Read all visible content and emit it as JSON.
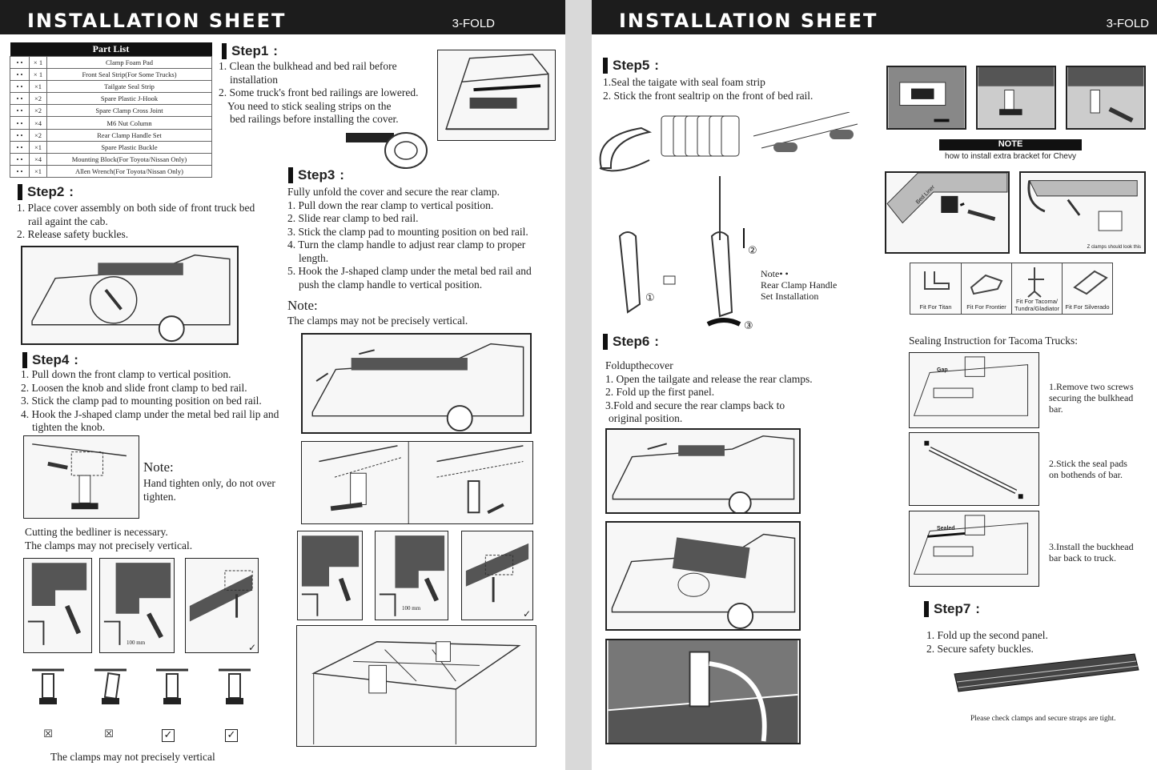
{
  "header": {
    "title": "INSTALLATION SHEET",
    "fold": "3-FOLD"
  },
  "part_list": {
    "title": "Part List",
    "rows": [
      {
        "qty": "× 1",
        "name": "Clamp Foam Pad"
      },
      {
        "qty": "× 1",
        "name": "Front Seal Strip(For Some Trucks)"
      },
      {
        "qty": "×1",
        "name": "Tailgate Seal Strip"
      },
      {
        "qty": "×2",
        "name": "Spare Plastic J-Hook"
      },
      {
        "qty": "×2",
        "name": "Spare Clamp Cross Joint"
      },
      {
        "qty": "×4",
        "name": "M6 Nut Column"
      },
      {
        "qty": "×2",
        "name": "Rear Clamp Handle Set"
      },
      {
        "qty": "×1",
        "name": "Spare Plastic Buckle"
      },
      {
        "qty": "×4",
        "name": "Mounting Block(For Toyota/Nissan Only)"
      },
      {
        "qty": "×1",
        "name": "Allen Wrench(For Toyota/Nissan Only)"
      }
    ]
  },
  "step1": {
    "title": "Step1",
    "lines": [
      "1. Clean the bulkhead and bed rail before",
      "installation",
      "2. Some truck's front bed railings are lowered.",
      "You need to stick sealing strips on the",
      "bed railings before installing the cover."
    ]
  },
  "step2": {
    "title": "Step2",
    "lines": [
      "1. Place cover assembly on both side of front truck bed",
      "rail againt the cab.",
      "2. Release safety buckles."
    ]
  },
  "step3": {
    "title": "Step3",
    "lines": [
      "Fully unfold the cover and secure the rear clamp.",
      "1. Pull down the rear clamp to vertical position.",
      "2. Slide rear clamp to bed rail.",
      "3. Stick the clamp pad to mounting position on bed rail.",
      "4. Turn the clamp handle to adjust rear clamp to proper",
      "length.",
      "5. Hook the J-shaped clamp under the metal bed rail and",
      "push the clamp handle to vertical position."
    ],
    "note_title": "Note:",
    "note_text": "The clamps may not be precisely vertical."
  },
  "step4": {
    "title": "Step4",
    "lines": [
      "1. Pull down the front clamp to vertical position.",
      "2. Loosen the knob and slide front clamp to bed rail.",
      "3. Stick the clamp pad to mounting position on bed rail.",
      "4. Hook the J-shaped clamp under the metal bed rail lip and",
      "tighten the knob."
    ],
    "note_title": "Note:",
    "note_lines": [
      "Hand tighten only, do not over",
      "tighten."
    ],
    "cut_lines": [
      "Cutting the bedliner is necessary.",
      "The clamps may not precisely vertical."
    ],
    "measure": "100 mm",
    "footer": "The clamps may not precisely vertical",
    "marks": [
      "☒",
      "☒",
      "✓",
      "✓"
    ]
  },
  "step3_measure": "100 mm",
  "step5": {
    "title": "Step5",
    "lines": [
      "1.Seal the taigate with seal foam strip",
      "2. Stick the front sealtrip on the front of bed rail."
    ],
    "note_label": "Note•  •",
    "note_lines": [
      "Rear Clamp Handle",
      "Set Installation"
    ],
    "callouts": [
      "①",
      "②",
      "③"
    ]
  },
  "step6": {
    "title": "Step6",
    "lines": [
      "Foldupthecover",
      "1. Open the tailgate and release the rear clamps.",
      "2. Fold up the first panel.",
      "3.Fold and secure the rear clamps back to",
      "original position."
    ]
  },
  "chevy_note": {
    "badge": "NOTE",
    "caption": "how to install extra bracket for Chevy",
    "bed_liner": "Bed Liner",
    "z_clamp": "Z clamps should look this"
  },
  "fit": [
    "Fit For Titan",
    "Fit For Frontier",
    "Fit For Tacoma/ Tundra/Gladiator",
    "Fit For Silverado"
  ],
  "tacoma": {
    "title": "Sealing Instruction for Tacoma Trucks:",
    "gap": "Gap",
    "sealed": "Sealed",
    "s1": [
      "1.Remove two screws",
      "securing the bulkhead",
      "bar."
    ],
    "s2": [
      "2.Stick the seal pads",
      "on bothends of bar."
    ],
    "s3": [
      "3.Install the buckhead",
      "bar back to truck."
    ]
  },
  "step7": {
    "title": "Step7",
    "lines": [
      "1. Fold up the second panel.",
      "2. Secure safety buckles."
    ],
    "footer": "Please check clamps and secure straps are tight."
  }
}
